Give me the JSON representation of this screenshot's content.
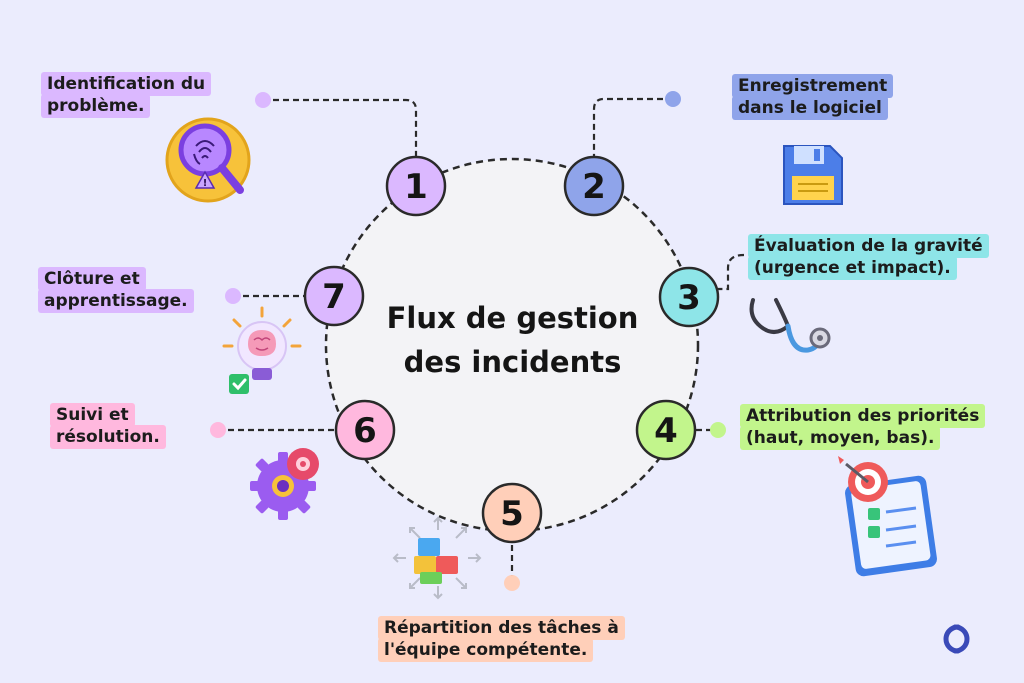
{
  "title": {
    "line1": "Flux de gestion",
    "line2": "des incidents"
  },
  "steps": [
    {
      "number": "1",
      "color": "#dbb8ff",
      "line1": "Identification du",
      "line2": "problème.",
      "icon": "fingerprint-magnifier-icon"
    },
    {
      "number": "2",
      "color": "#8fa4ea",
      "line1": "Enregistrement",
      "line2": "dans le logiciel",
      "icon": "floppy-disk-icon"
    },
    {
      "number": "3",
      "color": "#8ee5e8",
      "line1": "Évaluation de la gravité",
      "line2": "(urgence et impact).",
      "icon": "stethoscope-icon"
    },
    {
      "number": "4",
      "color": "#c2f58c",
      "line1": "Attribution des priorités",
      "line2": "(haut, moyen, bas).",
      "icon": "target-clipboard-icon"
    },
    {
      "number": "5",
      "color": "#ffcfb9",
      "line1": "Répartition des tâches à",
      "line2": "l'équipe compétente.",
      "icon": "building-blocks-icon"
    },
    {
      "number": "6",
      "color": "#ffb8de",
      "line1": "Suivi et",
      "line2": "résolution.",
      "icon": "gears-icon"
    },
    {
      "number": "7",
      "color": "#dbb8ff",
      "line1": "Clôture et",
      "line2": "apprentissage.",
      "icon": "lightbulb-brain-icon"
    }
  ],
  "colors": {
    "background": "#ebecfd",
    "circle_fill": "#f3f3f6",
    "line": "#2a2a2a",
    "logo": "#3a4ab8"
  },
  "logo": {
    "icon": "chain-link-logo-icon"
  }
}
